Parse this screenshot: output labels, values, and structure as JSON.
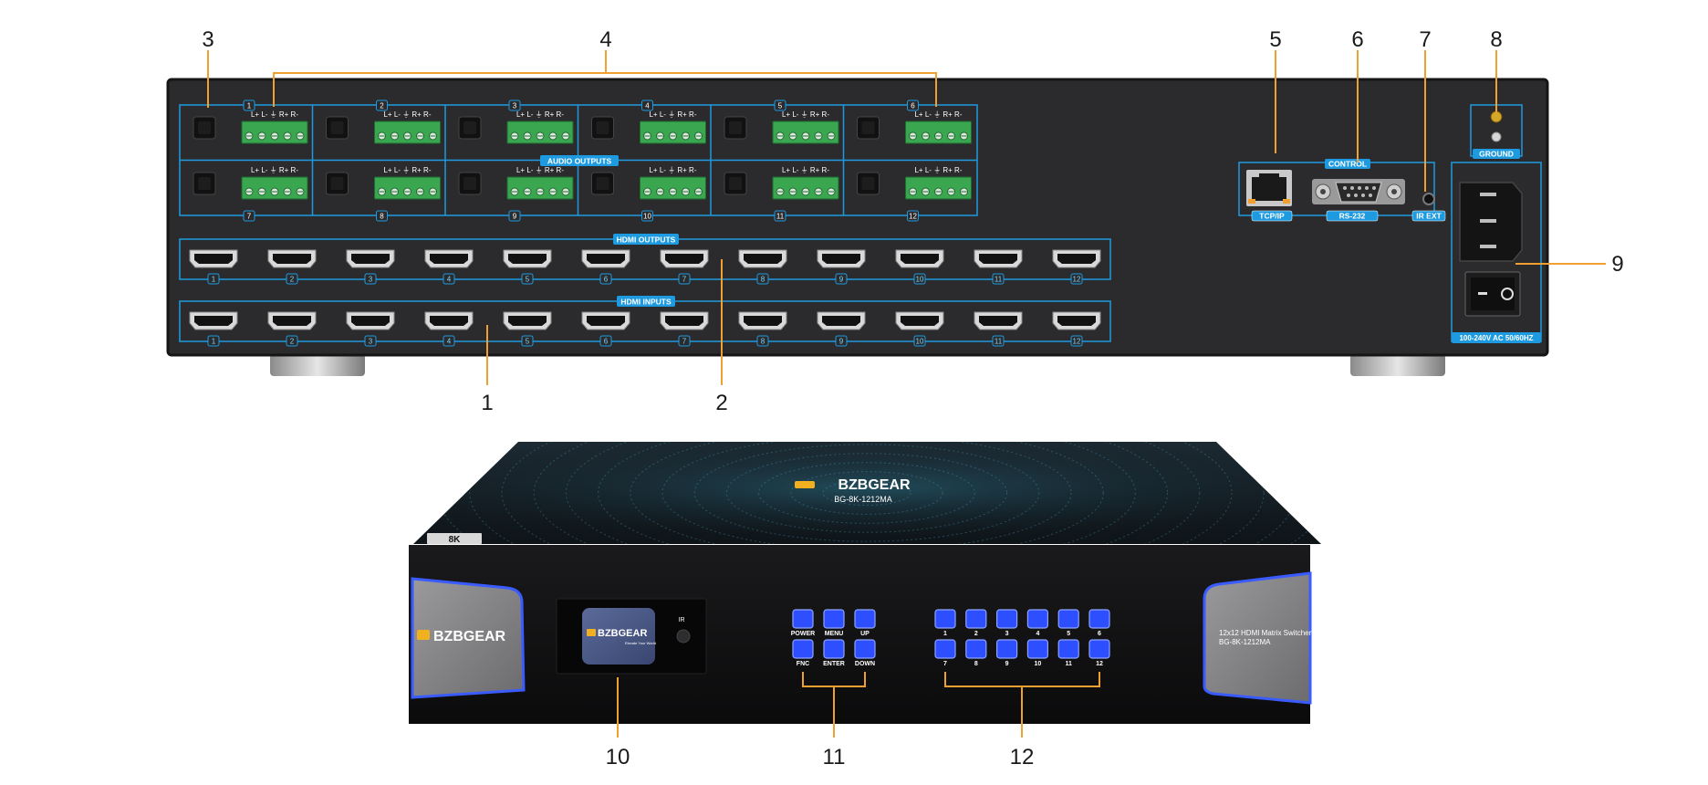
{
  "callouts": [
    "1",
    "2",
    "3",
    "4",
    "5",
    "6",
    "7",
    "8",
    "9",
    "10",
    "11",
    "12"
  ],
  "rear_panel": {
    "audio_outputs_label": "AUDIO OUTPUTS",
    "audio_pin_label": "L+ L-  ⏚  R+ R-",
    "audio_numbers_top": [
      "1",
      "2",
      "3",
      "4",
      "5",
      "6"
    ],
    "audio_numbers_bottom": [
      "7",
      "8",
      "9",
      "10",
      "11",
      "12"
    ],
    "hdmi_outputs_label": "HDMI OUTPUTS",
    "hdmi_inputs_label": "HDMI INPUTS",
    "hdmi_port_numbers": [
      "1",
      "2",
      "3",
      "4",
      "5",
      "6",
      "7",
      "8",
      "9",
      "10",
      "11",
      "12"
    ],
    "control_label": "CONTROL",
    "tcpip_label": "TCP/IP",
    "rs232_label": "RS-232",
    "irext_label": "IR EXT",
    "ground_label": "GROUND",
    "power_label": "100-240V AC 50/60HZ"
  },
  "front_panel": {
    "brand_top": "BZBGEAR",
    "model_top": "BG-8K-1212MA",
    "badge": "8K",
    "brand_left": "BZBGEAR",
    "display_brand": "BZBGEAR",
    "display_tagline": "Elevate Your World",
    "ir_label": "IR",
    "control_buttons": [
      "POWER",
      "MENU",
      "UP",
      "FNC",
      "ENTER",
      "DOWN"
    ],
    "channel_buttons": [
      "1",
      "2",
      "3",
      "4",
      "5",
      "6",
      "7",
      "8",
      "9",
      "10",
      "11",
      "12"
    ],
    "right_plate_line1": "12x12 HDMI Matrix Switcher",
    "right_plate_line2": "BG-8K-1212MA"
  },
  "colors": {
    "callout_line": "#f0a030",
    "accent_blue": "#1e9be0",
    "chassis": "#2b2b2d",
    "terminal_green": "#3aa650",
    "button_blue": "#2d4fff"
  }
}
